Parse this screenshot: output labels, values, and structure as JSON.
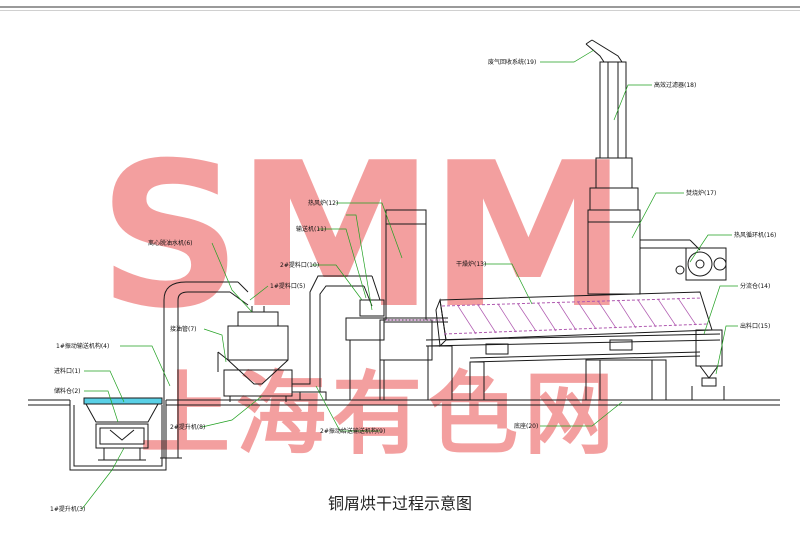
{
  "caption": "铜屑烘干过程示意图",
  "watermark": {
    "latin": "SMM",
    "cjk": "上海有色网",
    "color": "#f08080"
  },
  "colors": {
    "line": "#1a1a1a",
    "leader": "#21a021",
    "conveyor": "#b05ab0",
    "water": "#5ad0e6"
  },
  "labels": {
    "l1": "进料口(1)",
    "l2": "储料仓(2)",
    "l3": "1#提升机(3)",
    "l4": "1#振动输送机构(4)",
    "l5": "1#提料口(5)",
    "l6": "离心脱油水机(6)",
    "l7": "接油管(7)",
    "l8": "2#提升机(8)",
    "l9": "2#振动给送输送机构(9)",
    "l10": "2#提料口(10)",
    "l11": "输送机(11)",
    "l12": "热风炉(12)",
    "l13": "干燥炉(13)",
    "l14": "分流仓(14)",
    "l15": "出料口(15)",
    "l16": "热风循环机(16)",
    "l17": "焚烧炉(17)",
    "l18": "高效过滤器(18)",
    "l19": "废气回收系统(19)",
    "l20": "底座(20)"
  }
}
